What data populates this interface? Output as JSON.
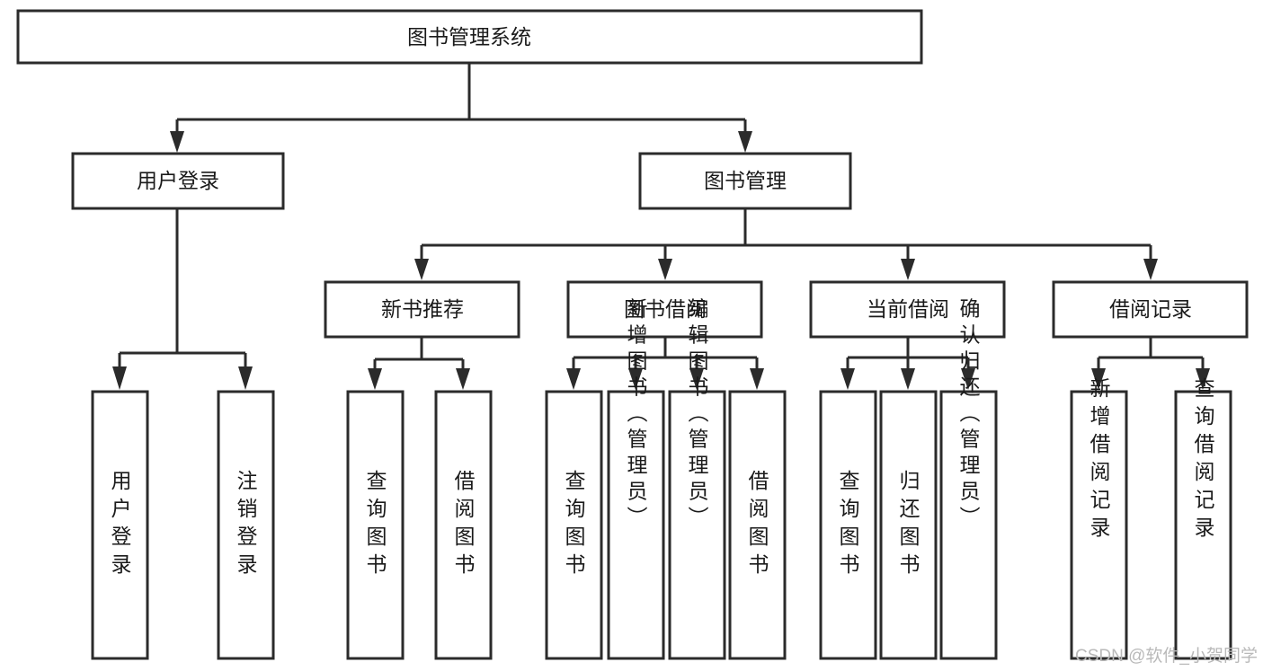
{
  "diagram": {
    "type": "tree-hierarchy",
    "title": "图书管理系统",
    "root": {
      "id": "root",
      "label": "图书管理系统",
      "orientation": "horizontal"
    },
    "level1": [
      {
        "id": "user-login",
        "label": "用户登录",
        "orientation": "horizontal"
      },
      {
        "id": "book-manage",
        "label": "图书管理",
        "orientation": "horizontal"
      }
    ],
    "level2": [
      {
        "id": "new-book-recommend",
        "label": "新书推荐",
        "orientation": "horizontal"
      },
      {
        "id": "book-borrow",
        "label": "图书借阅",
        "orientation": "horizontal"
      },
      {
        "id": "current-borrow",
        "label": "当前借阅",
        "orientation": "horizontal"
      },
      {
        "id": "borrow-record",
        "label": "借阅记录",
        "orientation": "horizontal"
      }
    ],
    "leaves": {
      "user_login": [
        {
          "id": "leaf-user-login",
          "label": "用户登录",
          "orientation": "vertical"
        },
        {
          "id": "leaf-logout-login",
          "label": "注销登录",
          "orientation": "vertical"
        }
      ],
      "new_book_recommend": [
        {
          "id": "leaf-query-book-1",
          "label": "查询图书",
          "orientation": "vertical"
        },
        {
          "id": "leaf-borrow-book-1",
          "label": "借阅图书",
          "orientation": "vertical"
        }
      ],
      "book_borrow": [
        {
          "id": "leaf-query-book-2",
          "label": "查询图书",
          "orientation": "vertical"
        },
        {
          "id": "leaf-add-book",
          "label": "新增图书（管理员）",
          "orientation": "vertical"
        },
        {
          "id": "leaf-edit-book",
          "label": "编辑图书（管理员）",
          "orientation": "vertical"
        },
        {
          "id": "leaf-borrow-book-2",
          "label": "借阅图书",
          "orientation": "vertical"
        }
      ],
      "current_borrow": [
        {
          "id": "leaf-query-book-3",
          "label": "查询图书",
          "orientation": "vertical"
        },
        {
          "id": "leaf-return-book",
          "label": "归还图书",
          "orientation": "vertical"
        },
        {
          "id": "leaf-confirm-return",
          "label": "确认归还（管理员）",
          "orientation": "vertical"
        }
      ],
      "borrow_record": [
        {
          "id": "leaf-add-record",
          "label": "新增借阅记录",
          "orientation": "vertical"
        },
        {
          "id": "leaf-query-record",
          "label": "查询借阅记录",
          "orientation": "vertical"
        }
      ]
    }
  },
  "watermark": {
    "text": "CSDN @软件_小贺同学"
  },
  "colors": {
    "background": "#ffffff",
    "border": "#2b2b2b",
    "text": "#1a1a1a",
    "watermark": "#b9b9b9"
  }
}
